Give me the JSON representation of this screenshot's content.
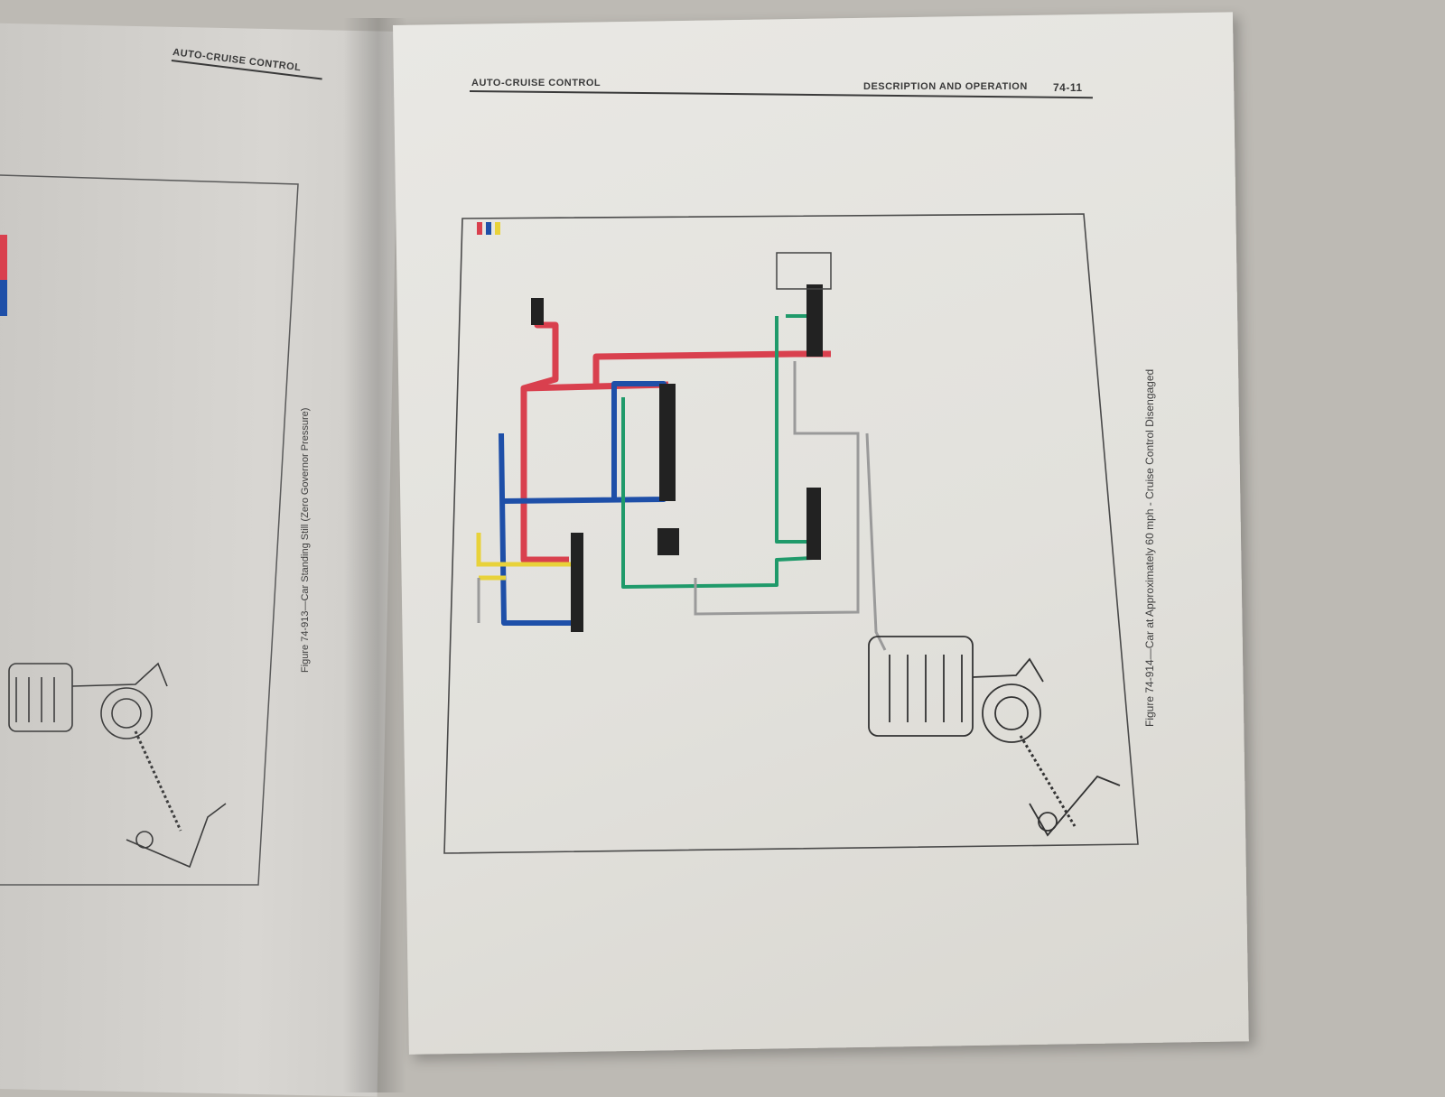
{
  "left_page": {
    "header": "AUTO-CRUISE CONTROL",
    "figure_caption": "Figure 74-913—Car Standing Still (Zero Governor Pressure)",
    "figure_id": "74-913"
  },
  "right_page": {
    "header_left": "AUTO-CRUISE CONTROL",
    "header_right": "DESCRIPTION AND OPERATION",
    "page_number": "74-11",
    "figure_caption": "Figure 74-914—Car at Approximately 60 mph - Cruise Control Disengaged",
    "figure_id": "74-914"
  },
  "colors": {
    "red": "#d9404e",
    "blue": "#1e4fa8",
    "green": "#1f9a6a",
    "yellow": "#e8d23a",
    "ink": "#3a3a3a"
  }
}
